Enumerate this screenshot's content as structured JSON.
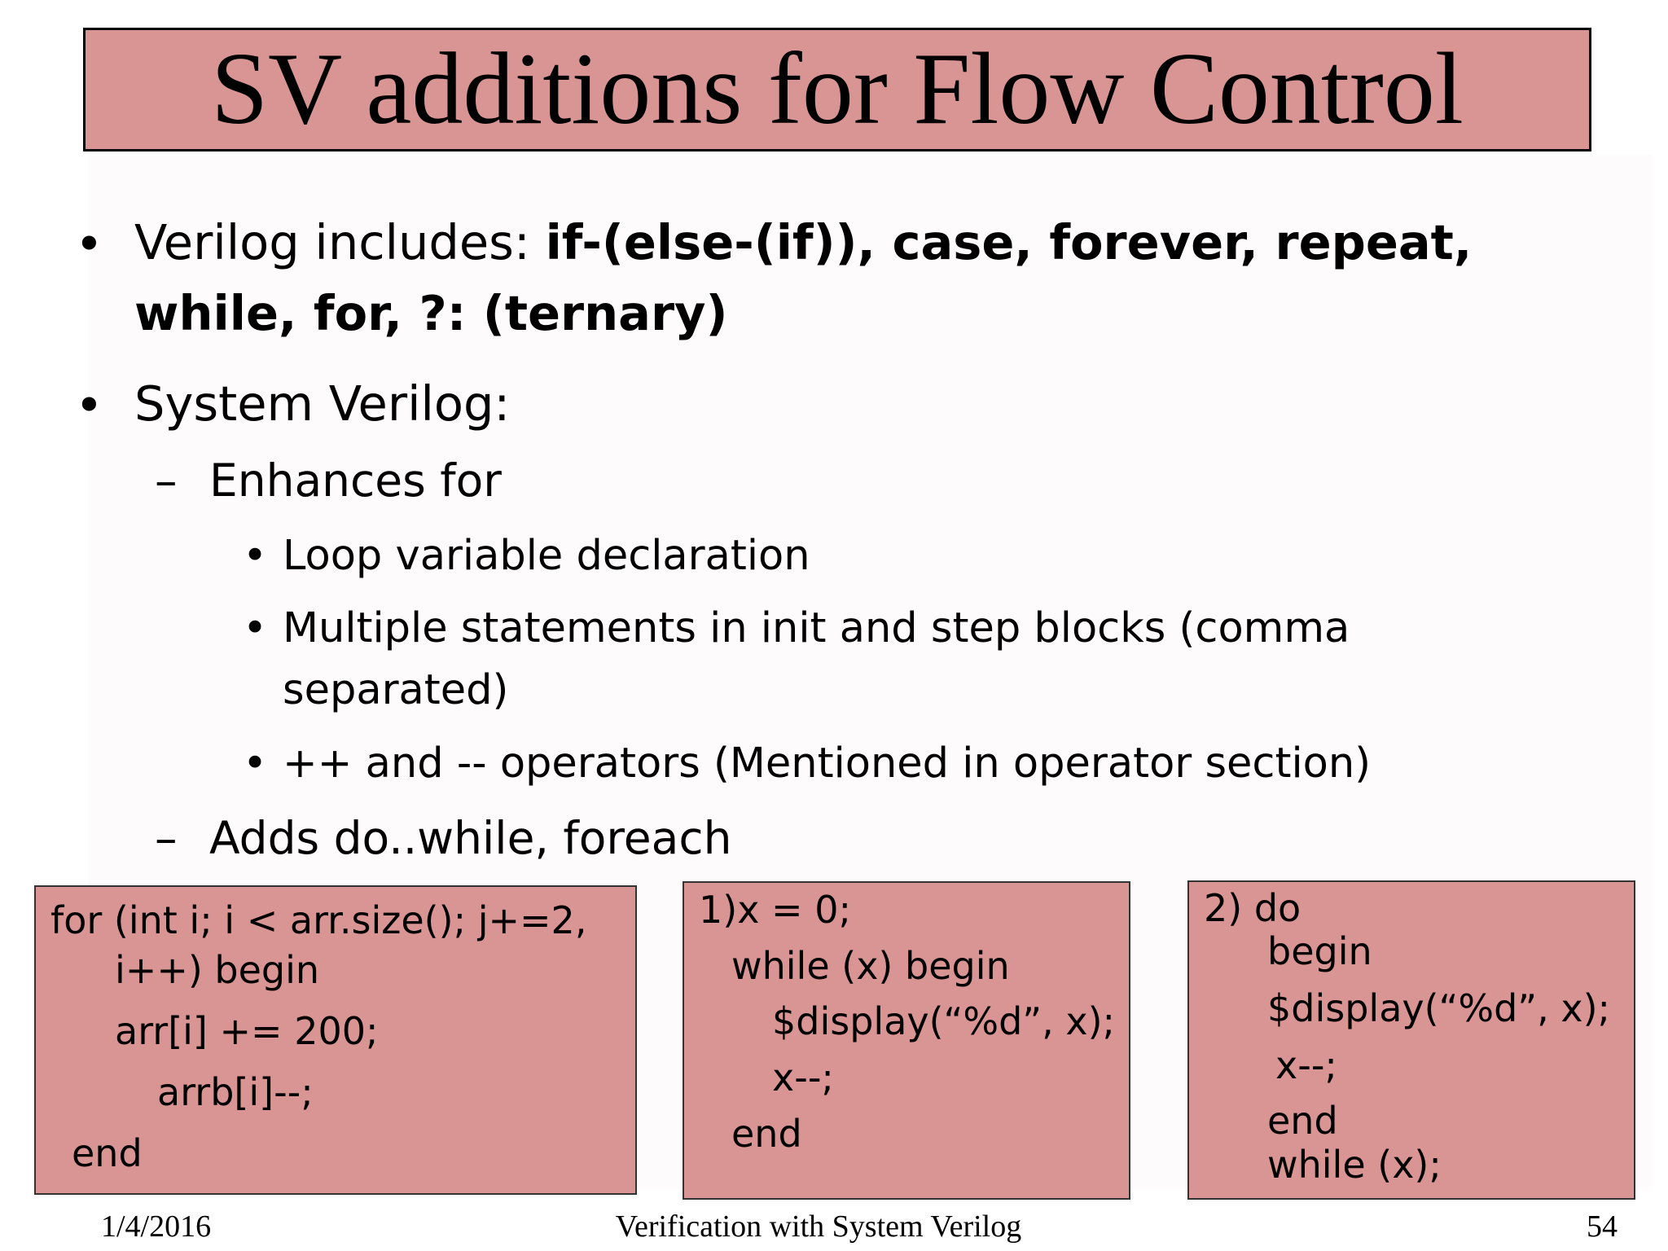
{
  "slide": {
    "title": "SV additions for Flow Control",
    "bullets": {
      "verilog_prefix": "Verilog includes: ",
      "verilog_bold_line1": "if-(else-(if)), case, forever, repeat,",
      "verilog_bold_line2": "while, for, ?: (ternary)",
      "system_verilog": "System Verilog:",
      "enhances_for": "Enhances for",
      "loop_var": "Loop variable declaration",
      "multi_stmt_line1": "Multiple statements in init and step blocks (comma",
      "multi_stmt_line2": "separated)",
      "operators": "++ and -- operators (Mentioned in operator section)",
      "adds": "Adds do..while, foreach"
    },
    "code_blocks": {
      "for_loop": [
        "for (int i; i < arr.size(); j+=2,",
        "i++) begin",
        "arr[i] += 200;",
        "arrb[i]--;",
        "end"
      ],
      "while_loop": [
        "1)x = 0;",
        "while (x)  begin",
        "$display(“%d”, x);",
        "x--;",
        "end"
      ],
      "do_while": [
        "2) do",
        "begin",
        "$display(“%d”, x);",
        "x--;",
        "end",
        "while (x);"
      ]
    },
    "footer": {
      "date": "1/4/2016",
      "center": "Verification with System Verilog",
      "page": "54"
    },
    "colors": {
      "box_fill": "#d99594",
      "border": "#000000"
    },
    "bullet_symbols": {
      "level1": "•",
      "level2": "–",
      "level3": "•"
    }
  }
}
